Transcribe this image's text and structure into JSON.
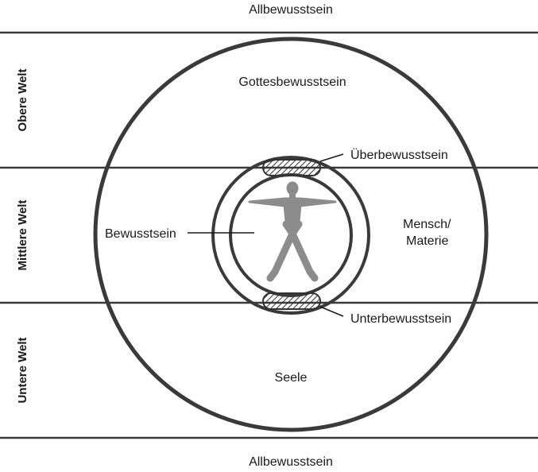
{
  "labels": {
    "top": "Allbewusstsein",
    "bottom": "Allbewusstsein",
    "outer_upper": "Gottesbewusstsein",
    "outer_lower": "Seele",
    "superconscious": "Überbewusstsein",
    "subconscious": "Unterbewusstsein",
    "consciousness": "Bewusstsein",
    "human_line1": "Mensch/",
    "human_line2": "Materie"
  },
  "worlds": {
    "upper": "Obere Welt",
    "middle": "Mittlere Welt",
    "lower": "Untere Welt"
  },
  "icons": {
    "figure": "human-figure-icon",
    "hatch": "hatched-band-icon"
  },
  "colors": {
    "line": "#3a3a3a",
    "figure": "#8c8c8c",
    "text": "#1a1a1a"
  }
}
